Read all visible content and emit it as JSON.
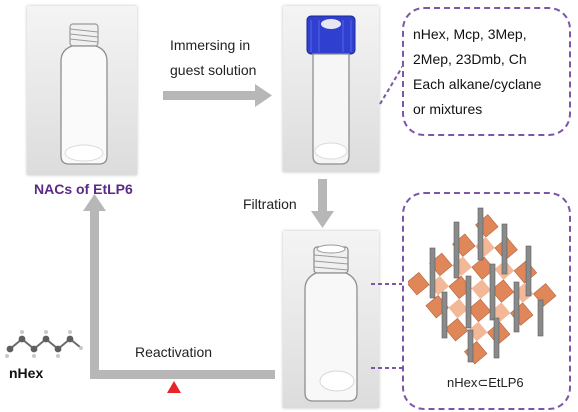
{
  "steps": {
    "immersing_line1": "Immersing in",
    "immersing_line2": "guest solution",
    "filtration": "Filtration",
    "reactivation": "Reactivation"
  },
  "labels": {
    "nacs": "NACs of EtLP6",
    "nhex": "nHex",
    "inclusion": "nHex⊂EtLP6"
  },
  "guest_callout": {
    "lines": [
      "nHex, Mcp, 3Mep,",
      "2Mep, 23Dmb, Ch",
      "Each alkane/cyclane",
      "or mixtures"
    ]
  },
  "colors": {
    "accent_purple": "#7d56a8",
    "label_purple": "#5b2a86",
    "arrow_gray": "#b7b7b7",
    "heat_red": "#e8252a",
    "vial_cap_blue": "#2f3fd0",
    "crystal_orange": "#e0875a",
    "pillar_gray": "#8a8a8a"
  },
  "icons": {
    "vial": "glass-vial-icon",
    "cap": "blue-cap-icon",
    "heat": "red-triangle-heat-icon",
    "molecule": "hexane-ball-and-stick-icon",
    "crystal": "host-guest-framework-icon"
  }
}
